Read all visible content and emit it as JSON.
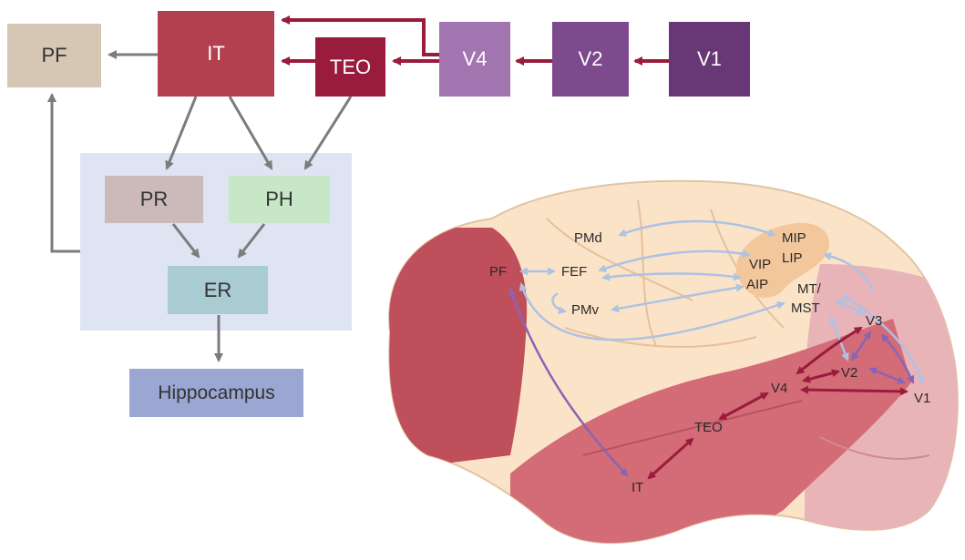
{
  "flowchart": {
    "pf": "PF",
    "it": "IT",
    "teo": "TEO",
    "v4": "V4",
    "v2": "V2",
    "v1": "V1",
    "pr": "PR",
    "ph": "PH",
    "er": "ER",
    "hippocampus": "Hippocampus"
  },
  "brain": {
    "pmd": "PMd",
    "pf": "PF",
    "fef": "FEF",
    "pmv": "PMv",
    "mip": "MIP",
    "lip": "LIP",
    "vip": "VIP",
    "aip": "AIP",
    "mt": "MT/",
    "mst": "MST",
    "v3": "V3",
    "v2": "V2",
    "v4": "V4",
    "v1": "V1",
    "teo": "TEO",
    "it": "IT"
  },
  "colors": {
    "pf_box": "#d6c7b4",
    "it_box": "#b2404f",
    "teo_box": "#9a1c3c",
    "v4_box": "#a275b0",
    "v2_box": "#7e4a8e",
    "v1_box": "#683775",
    "mtl_region": "#dfe4f3",
    "pr_box": "#ccb9b9",
    "ph_box": "#c7e7c7",
    "er_box": "#a9cbd2",
    "hippocampus_box": "#9ba6d3",
    "gray_arrow": "#7c7c7c",
    "red_arrow": "#9a1c3c",
    "light_blue_arrow": "#aec2e4",
    "purple_arrow": "#8a64b4",
    "brain_fill": "#fbe3c7",
    "frontal_pink": "#c04f5c",
    "temporal_pink": "#d36c76",
    "occipital_pink": "#e9b4b8",
    "parietal_patch": "#f3c79c"
  }
}
